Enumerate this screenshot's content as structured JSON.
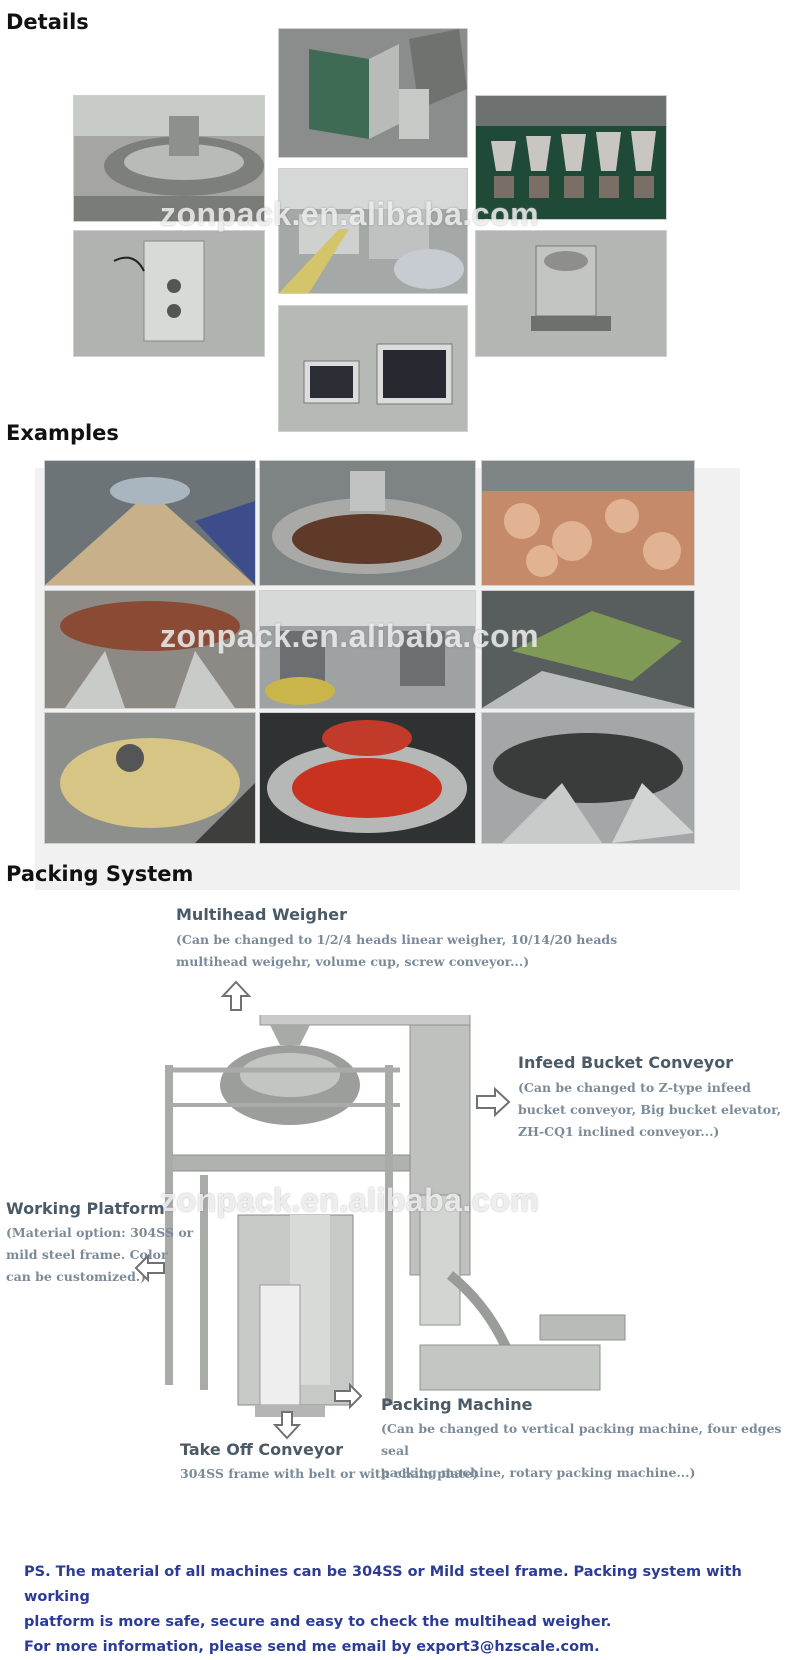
{
  "sections": {
    "details": "Details",
    "examples": "Examples",
    "packing": "Packing System"
  },
  "watermark": "zonpack.en.alibaba.com",
  "labels": {
    "multihead": {
      "title": "Multihead Weigher",
      "note1": "(Can be changed to 1/2/4 heads linear weigher, 10/14/20 heads",
      "note2": "multihead weigehr, volume cup, screw conveyor...)"
    },
    "infeed": {
      "title": "Infeed Bucket Conveyor",
      "note1": "(Can be changed to Z-type infeed",
      "note2": "bucket conveyor, Big bucket elevator,",
      "note3": "ZH-CQ1 inclined conveyor...)"
    },
    "platform": {
      "title": "Working Platform",
      "note1": "(Material option: 304SS or",
      "note2": "mild steel frame. Color",
      "note3": "can be customized.)"
    },
    "packing_machine": {
      "title": "Packing Machine",
      "note1": "(Can be changed to vertical packing machine, four edges seal",
      "note2": "packing machine, rotary packing machine...)"
    },
    "takeoff": {
      "title": "Take Off Conveyor",
      "note1": "304SS frame with belt or with chain plate)"
    }
  },
  "ps": {
    "line1": "PS. The material of all machines can be 304SS or Mild steel frame. Packing system with working",
    "line2": "platform is more safe, secure and easy to check the multihead weigher.",
    "line3": "For more information, please send me email by export3@hzscale.com."
  }
}
